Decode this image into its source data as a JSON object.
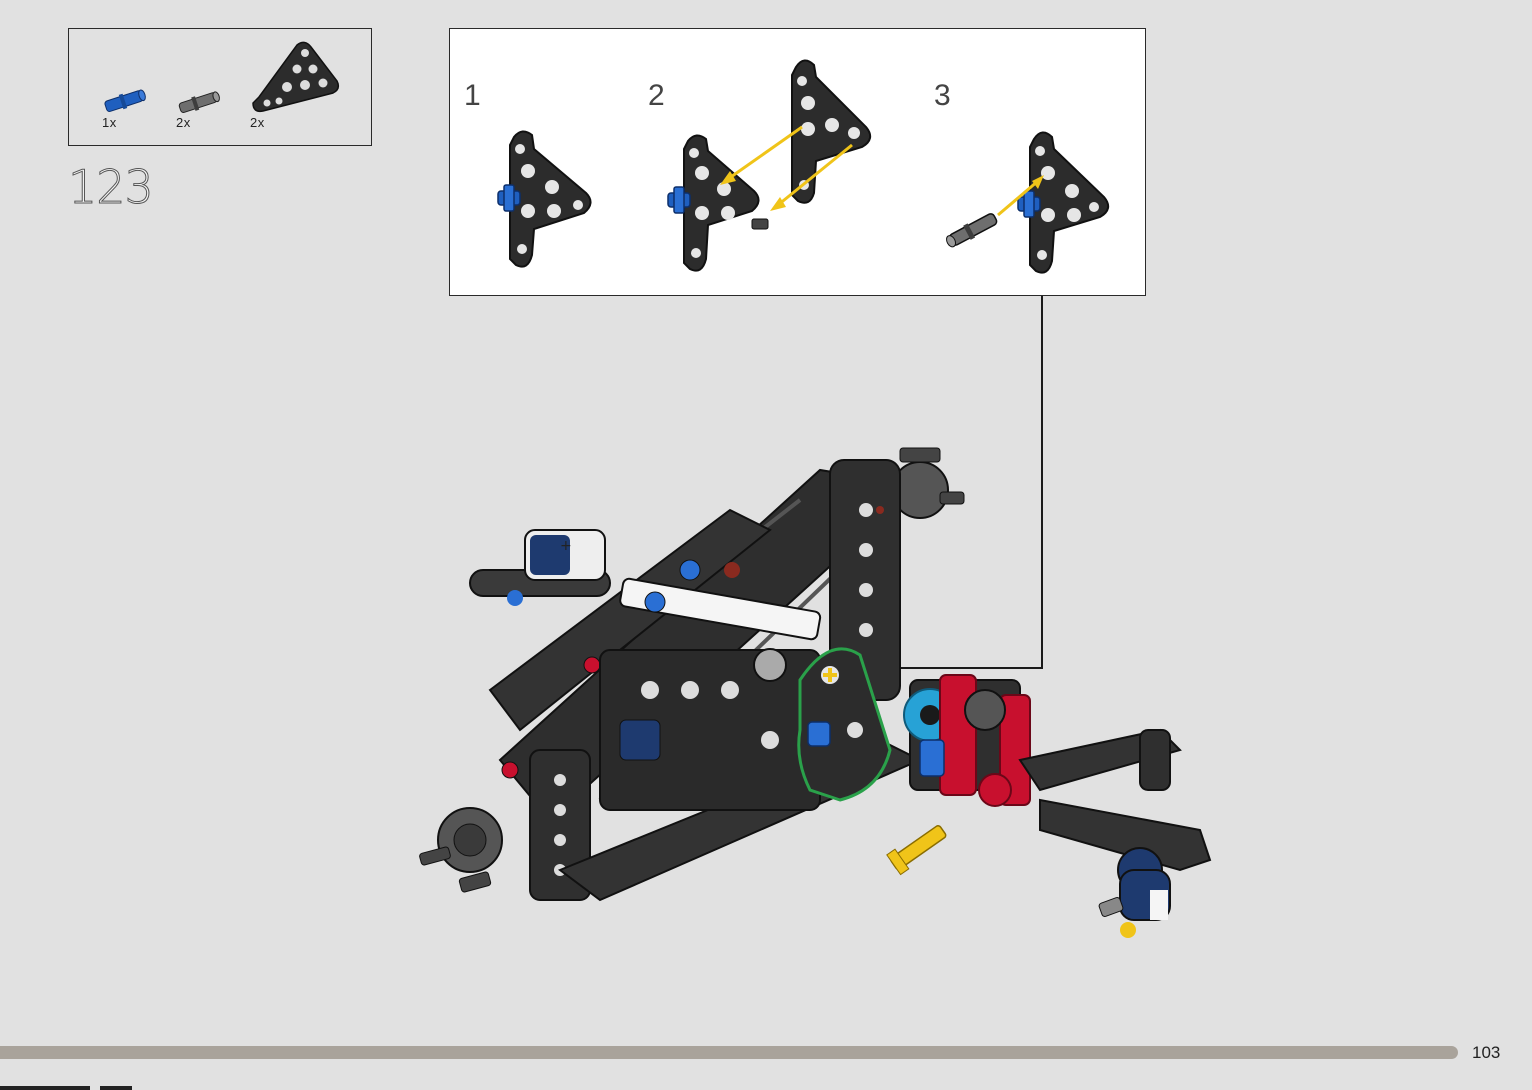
{
  "step": {
    "number": "123"
  },
  "parts": [
    {
      "name": "blue-axle-pin",
      "qty": "1x",
      "color": "#1f5fbf"
    },
    {
      "name": "gray-axle-pin",
      "qty": "2x",
      "color": "#6e6e6e"
    },
    {
      "name": "black-triangle-beam",
      "qty": "2x",
      "color": "#2c2c2c"
    }
  ],
  "substeps": [
    {
      "label": "1"
    },
    {
      "label": "2"
    },
    {
      "label": "3"
    }
  ],
  "page": {
    "number": "103"
  },
  "colors": {
    "background": "#e1e1e1",
    "accent_arrow": "#f0c419",
    "highlight_outline": "#2aa14a",
    "footer_bar": "#a9a39b"
  }
}
